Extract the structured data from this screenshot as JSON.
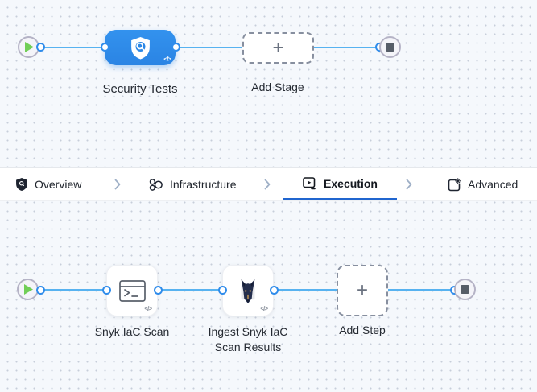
{
  "stage_flow": {
    "stage": {
      "label": "Security Tests"
    },
    "add_stage": {
      "label": "Add Stage",
      "plus": "+"
    },
    "code_badge": "</>"
  },
  "tab_bar": {
    "tabs": [
      {
        "label": "Overview",
        "icon": "shield-icon",
        "active": false
      },
      {
        "label": "Infrastructure",
        "icon": "infrastructure-icon",
        "active": false
      },
      {
        "label": "Execution",
        "icon": "execution-icon",
        "active": true
      },
      {
        "label": "Advanced",
        "icon": "advanced-icon",
        "active": false
      }
    ]
  },
  "step_flow": {
    "steps": [
      {
        "label": "Snyk IaC Scan",
        "icon": "terminal-icon"
      },
      {
        "label": "Ingest Snyk IaC Scan Results",
        "icon": "snyk-dog-icon"
      }
    ],
    "add_step": {
      "label": "Add Step",
      "plus": "+"
    },
    "code_badge": "</>"
  },
  "colors": {
    "stage_node_blue": "#2e8ce9",
    "edge_blue": "#57b2f0",
    "port_ring_blue": "#2f8ceb",
    "active_tab_underline": "#2065cf",
    "play_green": "#71ce57",
    "canvas_bg": "#f5f8fc",
    "dot_grid": "#c7ceda"
  }
}
